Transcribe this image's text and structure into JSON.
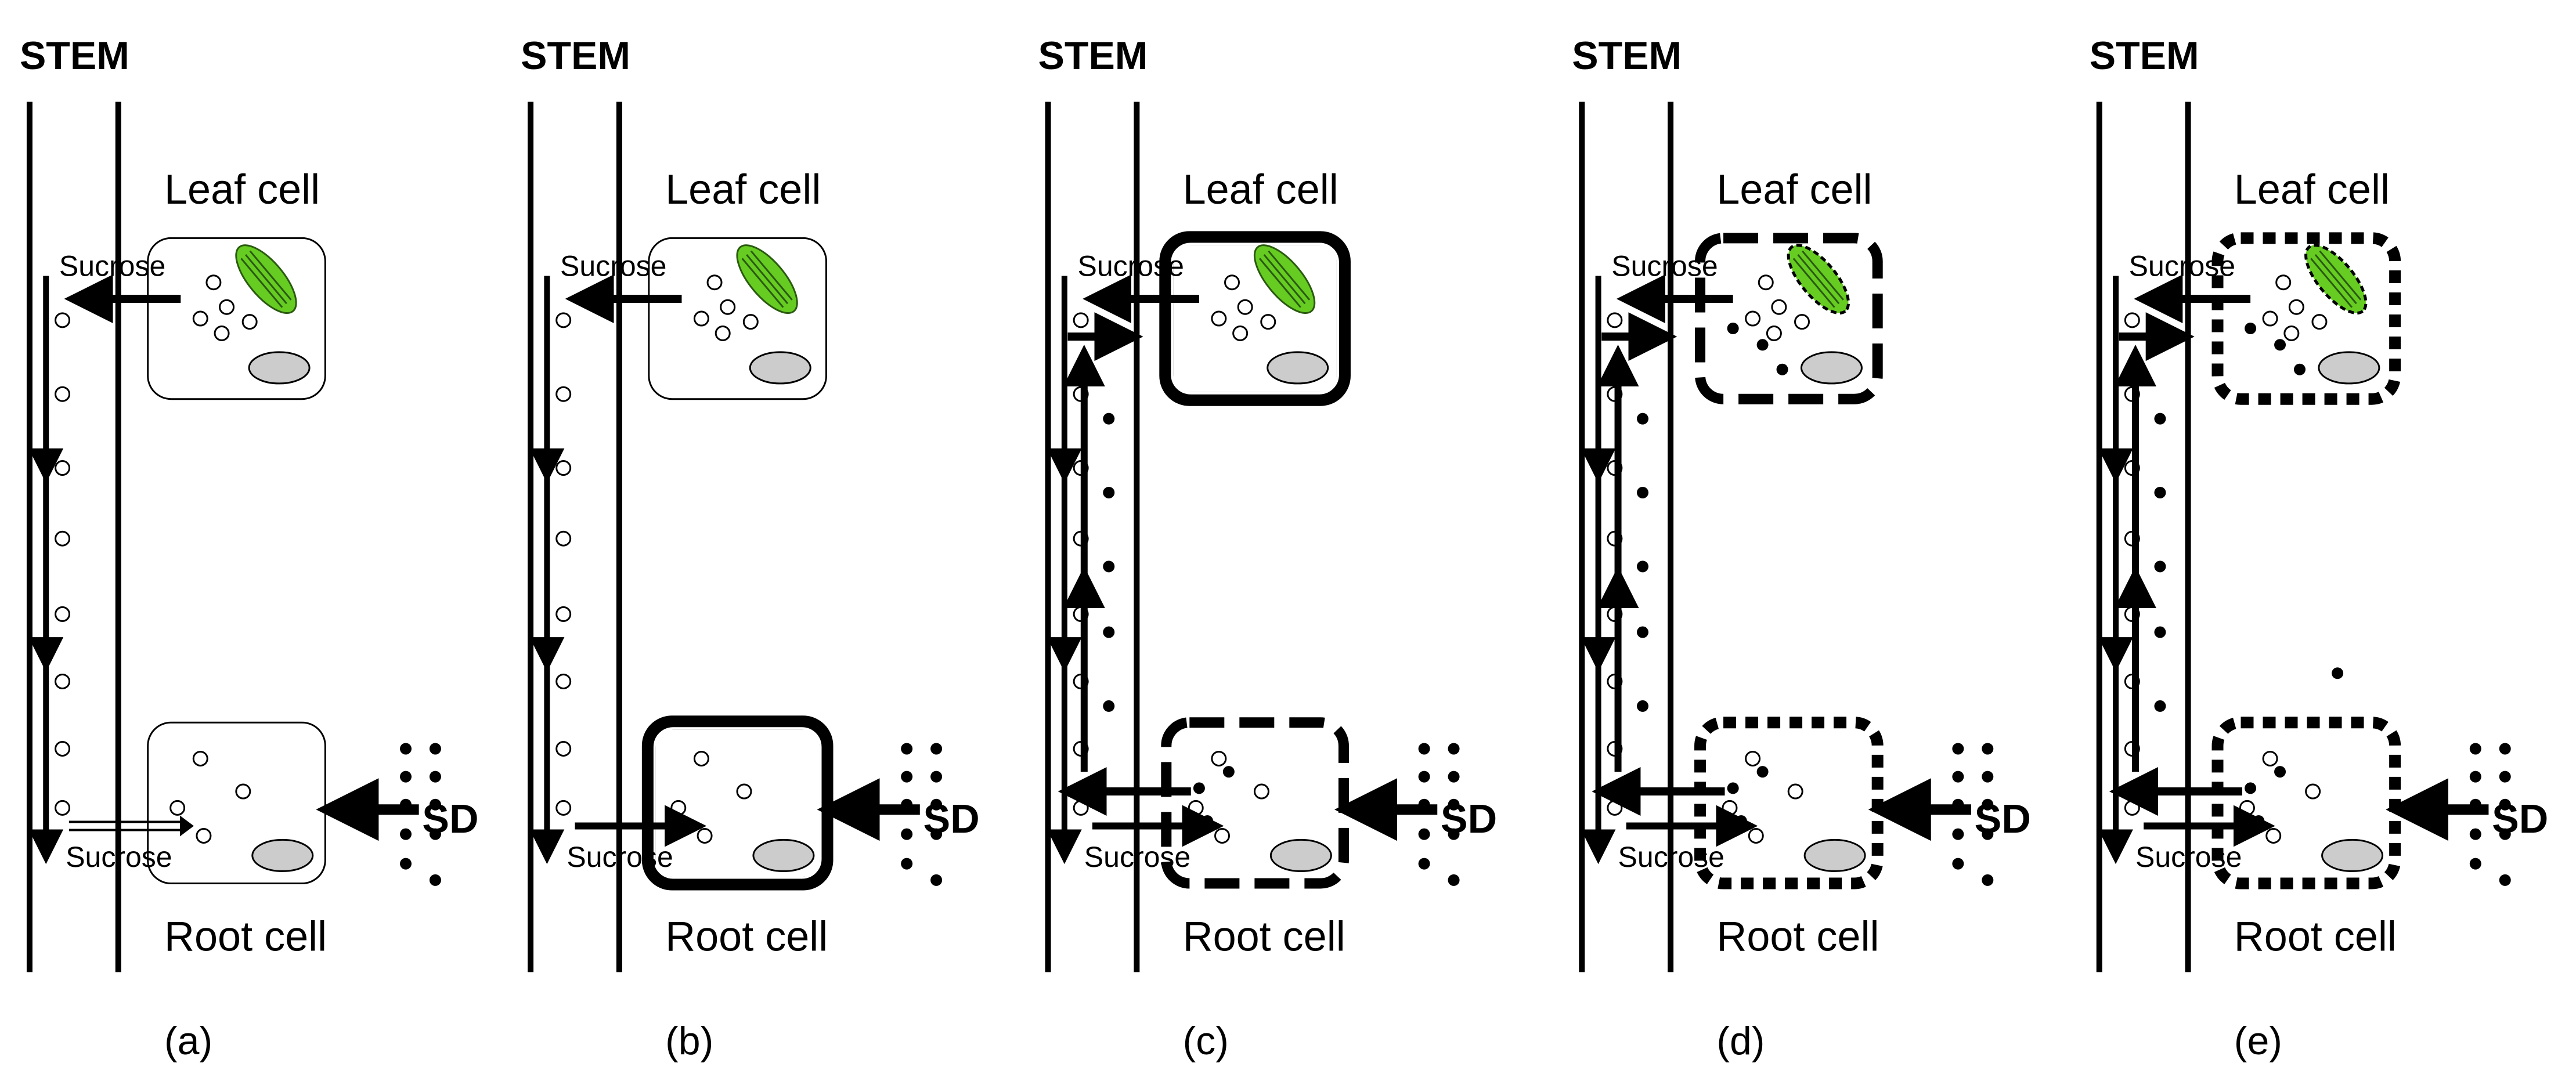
{
  "figure": {
    "panels": [
      {
        "id": "a",
        "letter": "(a)",
        "stem_label": "STEM",
        "leaf_label": "Leaf cell",
        "root_label": "Root cell",
        "sucrose_top": "Sucrose",
        "sucrose_bottom": "Sucrose",
        "sd_label": "",
        "variant": "a"
      },
      {
        "id": "b",
        "letter": "(b)",
        "stem_label": "STEM",
        "leaf_label": "Leaf cell",
        "root_label": "Root cell",
        "sucrose_top": "Sucrose",
        "sucrose_bottom": "Sucrose",
        "sd_label": "SD",
        "variant": "b"
      },
      {
        "id": "c",
        "letter": "(c)",
        "stem_label": "STEM",
        "leaf_label": "Leaf cell",
        "root_label": "Root cell",
        "sucrose_top": "Sucrose",
        "sucrose_bottom": "Sucrose",
        "sd_label": "SD",
        "variant": "c"
      },
      {
        "id": "d",
        "letter": "(d)",
        "stem_label": "STEM",
        "leaf_label": "Leaf cell",
        "root_label": "Root cell",
        "sucrose_top": "Sucrose",
        "sucrose_bottom": "Sucrose",
        "sd_label": "SD",
        "variant": "d"
      },
      {
        "id": "e",
        "letter": "(e)",
        "stem_label": "STEM",
        "leaf_label": "Leaf cell",
        "root_label": "Root cell",
        "sucrose_top": "Sucrose",
        "sucrose_bottom": "Sucrose",
        "sd_label": "SD",
        "variant": "e"
      }
    ],
    "first_panel_sd_label": "SD",
    "colors": {
      "ink": "#000000",
      "chloroplast": "#66cc22",
      "chloroplast_stroke": "#2a5a10",
      "nucleus": "#cccccc",
      "background": "#ffffff"
    }
  }
}
